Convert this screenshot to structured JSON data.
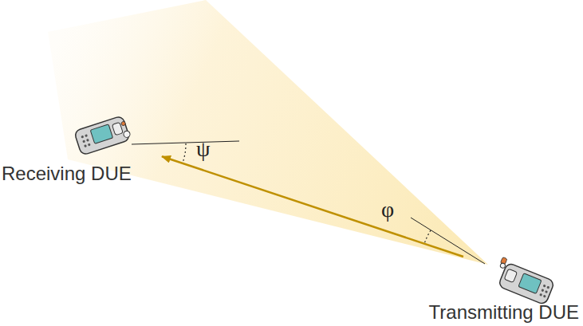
{
  "diagram": {
    "nodes": [
      {
        "text": [
          "Receiving DUE"
        ]
      },
      {
        "text": [
          "Transmitting DUE"
        ]
      }
    ],
    "edges": [
      {
        "from": 1,
        "to": 0,
        "arrow": "to"
      }
    ],
    "labels": [
      "ψ",
      "φ"
    ]
  }
}
